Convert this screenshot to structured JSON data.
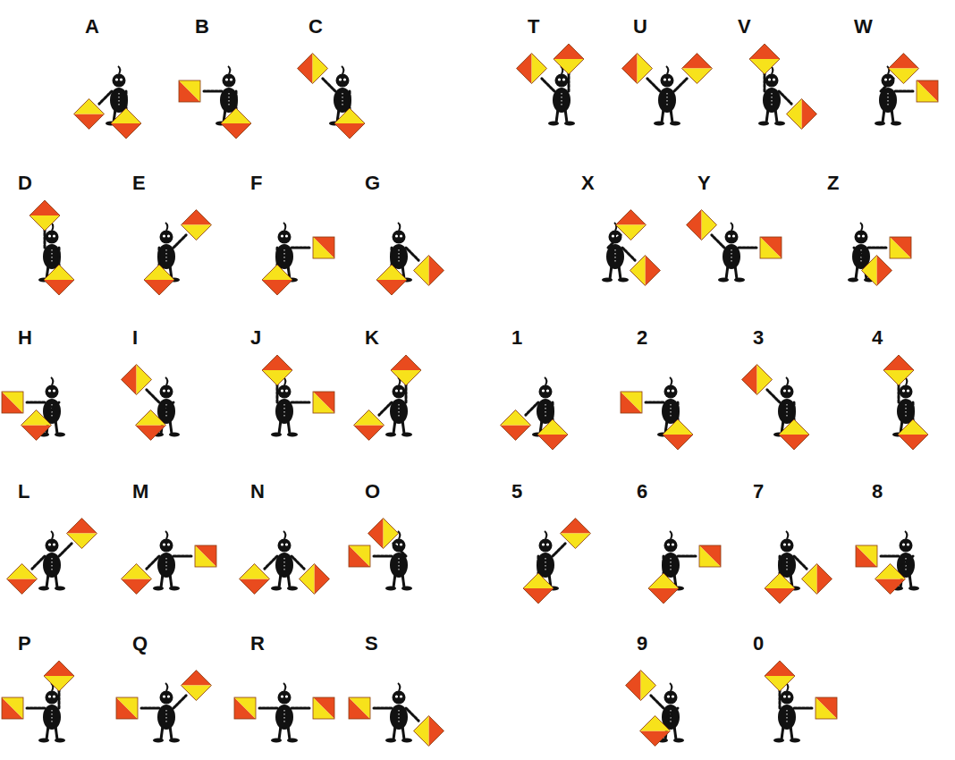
{
  "diagram": {
    "labels": [
      "A",
      "B",
      "C",
      "T",
      "U",
      "V",
      "W",
      "D",
      "E",
      "F",
      "G",
      "X",
      "Y",
      "Z",
      "H",
      "I",
      "J",
      "K",
      "1",
      "2",
      "3",
      "4",
      "L",
      "M",
      "N",
      "O",
      "5",
      "6",
      "7",
      "8",
      "P",
      "Q",
      "R",
      "S",
      "9",
      "0"
    ]
  }
}
